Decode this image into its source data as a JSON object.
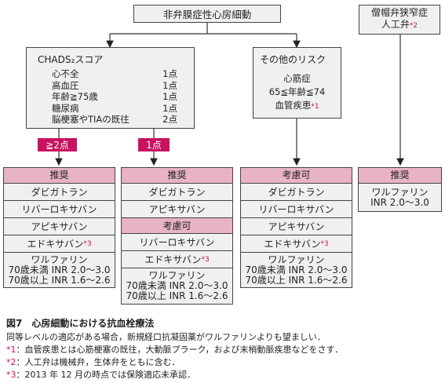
{
  "top": {
    "title": "非弁膜症性心房細動"
  },
  "valve": {
    "line1": "僧帽弁狭窄症",
    "line2": "人工弁",
    "mark": "*2"
  },
  "chads": {
    "title": "CHADS₂スコア",
    "items": [
      {
        "label": "心不全",
        "points": "1点"
      },
      {
        "label": "高血圧",
        "points": "1点"
      },
      {
        "label": "年齢≧75歳",
        "points": "1点"
      },
      {
        "label": "糖尿病",
        "points": "1点"
      },
      {
        "label": "脳梗塞やTIAの既往",
        "points": "2点"
      }
    ]
  },
  "other": {
    "title": "その他のリスク",
    "items": [
      "心筋症",
      "65≦年齢≦74",
      "血管疾患"
    ],
    "mark": "*1"
  },
  "chips": {
    "a": "≧2点",
    "b": "1点"
  },
  "col1": {
    "header": "推奨",
    "rows": [
      {
        "text": "ダビガトラン"
      },
      {
        "text": "リバーロキサバン"
      },
      {
        "text": "アピキサバン"
      },
      {
        "text": "エドキサバン",
        "mark": "*3"
      }
    ],
    "warfarin": {
      "name": "ワルファリン",
      "l1": "70歳未満 INR 2.0〜3.0",
      "l2": "70歳以上 INR 1.6〜2.6"
    }
  },
  "col2": {
    "header": "推奨",
    "rows": [
      {
        "text": "ダビガトラン"
      },
      {
        "text": "アピキサバン"
      }
    ],
    "header2": "考慮可",
    "rows2": [
      {
        "text": "リバーロキサバン"
      },
      {
        "text": "エドキサバン",
        "mark": "*3"
      }
    ],
    "warfarin": {
      "name": "ワルファリン",
      "l1": "70歳未満 INR 2.0〜3.0",
      "l2": "70歳以上 INR 1.6〜2.6"
    }
  },
  "col3": {
    "header": "考慮可",
    "rows": [
      {
        "text": "ダビガトラン"
      },
      {
        "text": "リバーロキサバン"
      },
      {
        "text": "アピキサバン"
      },
      {
        "text": "エドキサバン",
        "mark": "*3"
      }
    ],
    "warfarin": {
      "name": "ワルファリン",
      "l1": "70歳未満 INR 2.0〜3.0",
      "l2": "70歳以上 INR 1.6〜2.6"
    }
  },
  "col4": {
    "header": "推奨",
    "l1": "ワルファリン",
    "l2": "INR 2.0〜3.0"
  },
  "caption": {
    "title": "図7　心房細動における抗血栓療法",
    "line1": "同等レベルの適応がある場合，新規経口抗凝固薬がワルファリンよりも望ましい．",
    "notes": [
      {
        "mark": "*1",
        "text": "：血管疾患とは心筋梗塞の既往，大動脈プラーク，および末梢動脈疾患などをさす．"
      },
      {
        "mark": "*2",
        "text": "：人工弁は機械弁，生体弁をともに含む．"
      },
      {
        "mark": "*3",
        "text": "：2013 年 12 月の時点では保険適応未承認．"
      }
    ]
  },
  "colors": {
    "accent": "#c8125f",
    "pink": "#e8b2c7",
    "box": "#f0f0f0"
  }
}
